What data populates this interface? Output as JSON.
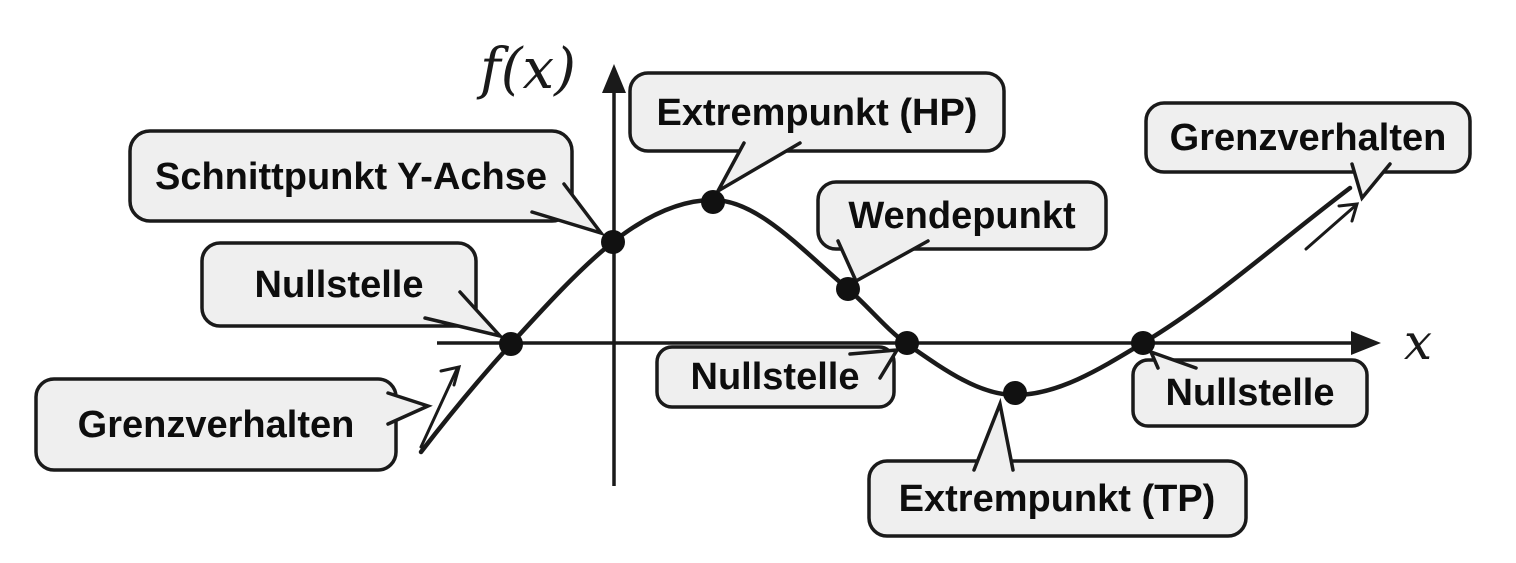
{
  "diagram": {
    "y_axis_label": "f(x)",
    "x_axis_label": "x",
    "colors": {
      "background": "#ffffff",
      "bubble_fill": "#efefef",
      "line": "#1a1a1a",
      "text": "#0d0d0d"
    },
    "callouts": [
      {
        "id": "schnittpunkt-y-achse",
        "label": "Schnittpunkt Y-Achse"
      },
      {
        "id": "nullstelle-left",
        "label": "Nullstelle"
      },
      {
        "id": "grenzverhalten-left",
        "label": "Grenzverhalten"
      },
      {
        "id": "extrempunkt-hp",
        "label": "Extrempunkt (HP)"
      },
      {
        "id": "wendepunkt",
        "label": "Wendepunkt"
      },
      {
        "id": "grenzverhalten-right",
        "label": "Grenzverhalten"
      },
      {
        "id": "nullstelle-mid",
        "label": "Nullstelle"
      },
      {
        "id": "nullstelle-right",
        "label": "Nullstelle"
      },
      {
        "id": "extrempunkt-tp",
        "label": "Extrempunkt (TP)"
      }
    ]
  }
}
